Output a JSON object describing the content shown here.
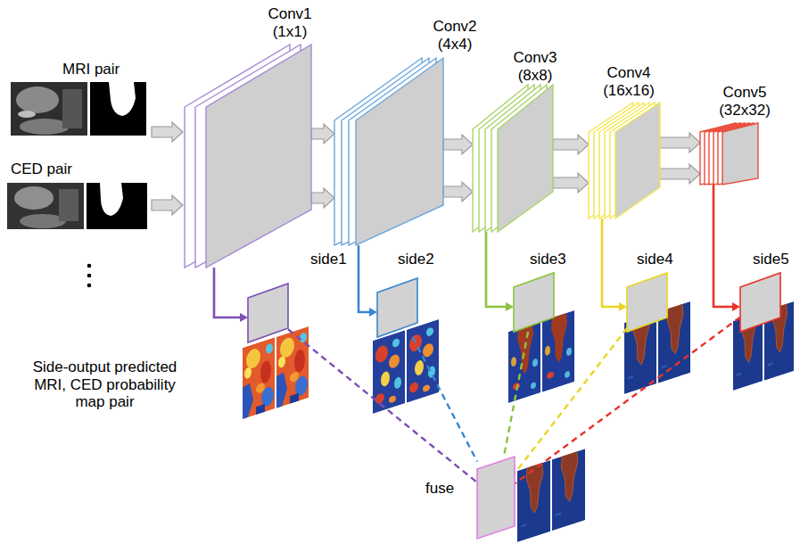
{
  "diagram": {
    "nodes": [
      {
        "text": [
          "Conv1 (1x1)"
        ]
      },
      {
        "text": [
          "Conv2 (4x4)"
        ]
      },
      {
        "text": [
          "Conv3 (8x8)"
        ]
      },
      {
        "text": [
          "Conv4 (16x16)"
        ]
      },
      {
        "text": [
          "Conv5 (32x32)"
        ]
      },
      {
        "text": [
          "side1"
        ]
      },
      {
        "text": [
          "side2"
        ]
      },
      {
        "text": [
          "side3"
        ]
      },
      {
        "text": [
          "side4"
        ]
      },
      {
        "text": [
          "side5"
        ]
      },
      {
        "text": [
          "fuse"
        ]
      }
    ],
    "edges": [
      {
        "from": 0,
        "to": 1,
        "arrow": "to"
      },
      {
        "from": 0,
        "to": 1,
        "arrow": "to"
      },
      {
        "from": 1,
        "to": 2,
        "arrow": "to"
      },
      {
        "from": 1,
        "to": 2,
        "arrow": "to"
      },
      {
        "from": 2,
        "to": 3,
        "arrow": "to"
      },
      {
        "from": 2,
        "to": 3,
        "arrow": "to"
      },
      {
        "from": 3,
        "to": 4,
        "arrow": "to"
      },
      {
        "from": 3,
        "to": 4,
        "arrow": "to"
      },
      {
        "from": 0,
        "to": 5,
        "arrow": "to"
      },
      {
        "from": 1,
        "to": 6,
        "arrow": "to"
      },
      {
        "from": 2,
        "to": 7,
        "arrow": "to"
      },
      {
        "from": 3,
        "to": 8,
        "arrow": "to"
      },
      {
        "from": 4,
        "to": 9,
        "arrow": "to"
      },
      {
        "from": 5,
        "to": 10,
        "arrow": "none"
      },
      {
        "from": 6,
        "to": 10,
        "arrow": "none"
      },
      {
        "from": 7,
        "to": 10,
        "arrow": "none"
      },
      {
        "from": 8,
        "to": 10,
        "arrow": "none"
      },
      {
        "from": 9,
        "to": 10,
        "arrow": "none"
      }
    ],
    "labels": [
      "MRI pair",
      "CED pair",
      "Side-output predicted MRI, CED probability map pair"
    ]
  }
}
